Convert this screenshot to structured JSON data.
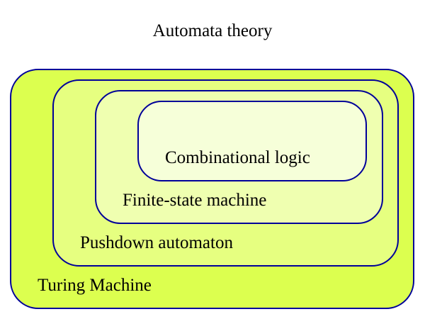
{
  "diagram": {
    "title": "Automata theory",
    "border_color": "#000099",
    "levels": [
      {
        "label": "Turing Machine",
        "fill": "#dcff4f"
      },
      {
        "label": "Pushdown automaton",
        "fill": "#e6ff80"
      },
      {
        "label": "Finite-state machine",
        "fill": "#efffb0"
      },
      {
        "label": "Combinational logic",
        "fill": "#f6ffd9"
      }
    ]
  }
}
